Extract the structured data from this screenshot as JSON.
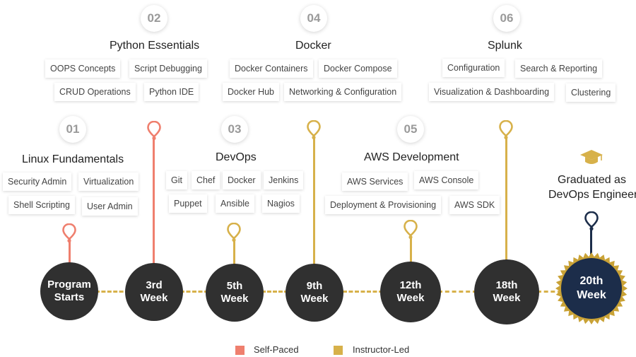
{
  "colors": {
    "self_paced": "#ef7f6e",
    "instructor_led": "#d7b14a",
    "node": "#303030",
    "final": "#1c2d4a",
    "final_ring": "#c9a236"
  },
  "milestones": {
    "m01": {
      "number": "01",
      "title": "Linux Fundamentals",
      "tags": [
        "Security Admin",
        "Virtualization",
        "Shell Scripting",
        "User Admin"
      ]
    },
    "m02": {
      "number": "02",
      "title": "Python Essentials",
      "tags": [
        "OOPS Concepts",
        "Script Debugging",
        "CRUD Operations",
        "Python IDE"
      ]
    },
    "m03": {
      "number": "03",
      "title": "DevOps",
      "tags": [
        "Git",
        "Chef",
        "Docker",
        "Jenkins",
        "Puppet",
        "Ansible",
        "Nagios"
      ]
    },
    "m04": {
      "number": "04",
      "title": "Docker",
      "tags": [
        "Docker Containers",
        "Docker Compose",
        "Docker Hub",
        "Networking & Configuration"
      ]
    },
    "m05": {
      "number": "05",
      "title": "AWS Development",
      "tags": [
        "AWS Services",
        "AWS Console",
        "Deployment & Provisioning",
        "AWS SDK"
      ]
    },
    "m06": {
      "number": "06",
      "title": "Splunk",
      "tags": [
        "Configuration",
        "Search & Reporting",
        "Visualization & Dashboarding",
        "Clustering"
      ]
    }
  },
  "nodes": {
    "start": [
      "Program",
      "Starts"
    ],
    "w3": [
      "3rd",
      "Week"
    ],
    "w5": [
      "5th",
      "Week"
    ],
    "w9": [
      "9th",
      "Week"
    ],
    "w12": [
      "12th",
      "Week"
    ],
    "w18": [
      "18th",
      "Week"
    ],
    "w20": [
      "20th",
      "Week"
    ]
  },
  "graduation": {
    "line1": "Graduated as",
    "line2": "DevOps Engineer",
    "icon": "graduation-cap-icon"
  },
  "legend": {
    "self_paced": "Self-Paced",
    "instructor_led": "Instructor-Led"
  }
}
